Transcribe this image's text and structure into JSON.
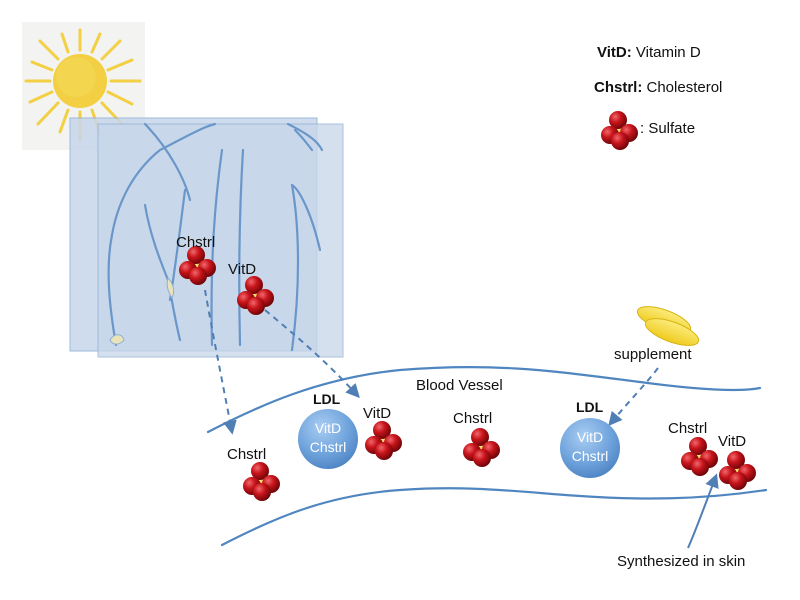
{
  "legend": {
    "vitd_key": "VitD:",
    "vitd_value": " Vitamin D",
    "chstrl_key": "Chstrl:",
    "chstrl_value": " Cholesterol",
    "sulfate_text": ": Sulfate"
  },
  "skin": {
    "chstrl_label": "Chstrl",
    "vitd_label": "VitD"
  },
  "vessel": {
    "title": "Blood Vessel",
    "ldl_left": {
      "title": "LDL",
      "line1": "VitD",
      "line2": "Chstrl"
    },
    "ldl_right": {
      "title": "LDL",
      "line1": "VitD",
      "line2": "Chstrl"
    },
    "vitd_near_ldl": "VitD",
    "chstrl_free_left": "Chstrl",
    "chstrl_middle": "Chstrl",
    "chstrl_right": "Chstrl",
    "vitd_right": "VitD"
  },
  "supplement_label": "supplement",
  "synth_label": "Synthesized in skin",
  "colors": {
    "sun": "#F2CF43",
    "sun_bg": "#F3F3F2",
    "skin_panel": "#C7D6EA",
    "skin_lines": "#6A97C9",
    "vessel_line": "#4F86C0",
    "arrow": "#4F7FB5",
    "ldl": "#6FA3DC",
    "sulfate_red": "#C8141B",
    "sulfate_yellow": "#E4C21F",
    "supplement": "#F4DB3E"
  }
}
